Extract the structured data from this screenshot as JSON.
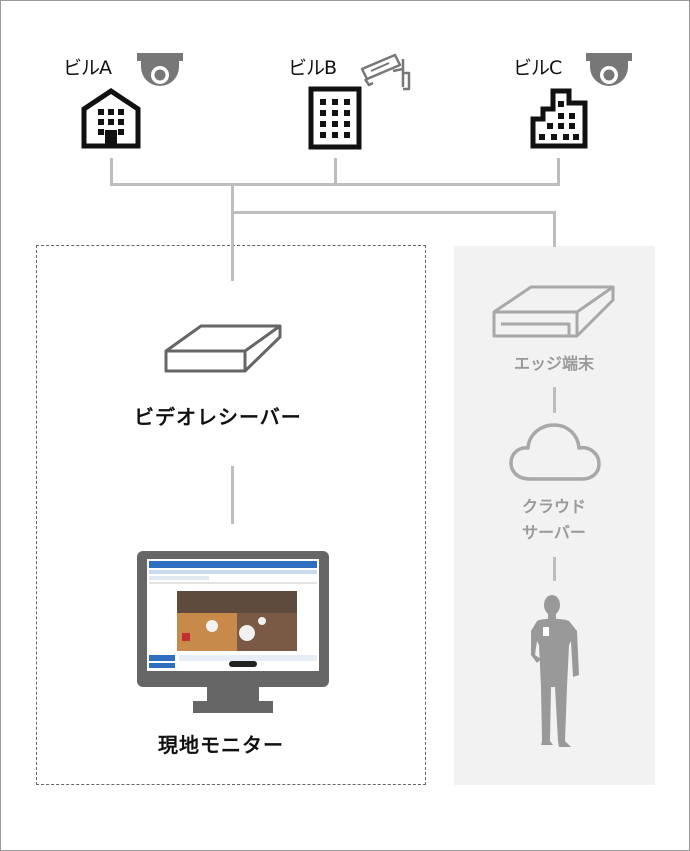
{
  "buildings": [
    {
      "label": "ビルA",
      "camera": "dome-camera-icon"
    },
    {
      "label": "ビルB",
      "camera": "bullet-camera-icon"
    },
    {
      "label": "ビルC",
      "camera": "dome-camera-icon"
    }
  ],
  "onsite": {
    "receiver_label": "ビデオレシーバー",
    "monitor_label": "現地モニター"
  },
  "cloud": {
    "edge_label": "エッジ端末",
    "server_label_line1": "クラウド",
    "server_label_line2": "サーバー",
    "user_icon": "person-icon"
  },
  "colors": {
    "icon_dark": "#111111",
    "camera_grey": "#777777",
    "line_grey": "#bdbdbd",
    "cloud_panel_bg": "#f2f2f2",
    "cloud_text": "#9a9a9a"
  }
}
